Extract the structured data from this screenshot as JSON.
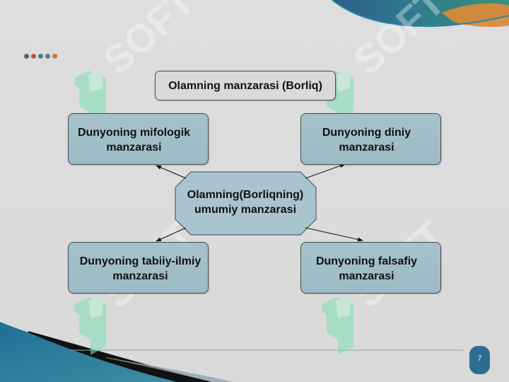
{
  "diagram": {
    "top_node": "Olamning manzarasi (Borliq)",
    "center_node": {
      "line1": "Olamning(Borliqning)",
      "line2": "umumiy manzarasi"
    },
    "nodes": [
      {
        "line1": "Dunyoning mifologik",
        "line2": "manzarasi"
      },
      {
        "line1": "Dunyoning diniy",
        "line2": "manzarasi"
      },
      {
        "line1": "Dunyoning tabiiy-ilmiy",
        "line2": "manzarasi"
      },
      {
        "line1": "Dunyoning falsafiy",
        "line2": "manzarasi"
      }
    ]
  },
  "slide": {
    "page_number": "7",
    "watermark": "SOFT",
    "accent_colors": [
      "#6b5f58",
      "#b55b3d",
      "#3f7f9c",
      "#5f7f8f",
      "#c9753b"
    ]
  }
}
